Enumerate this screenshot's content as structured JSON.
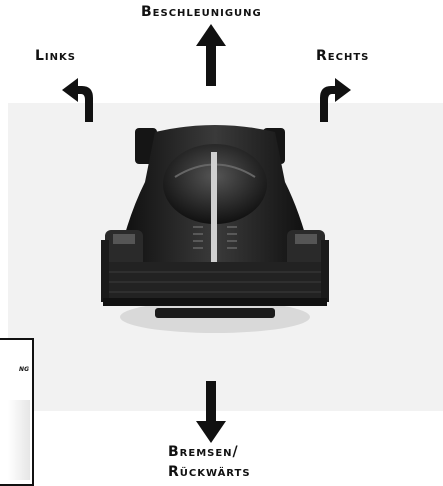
{
  "labels": {
    "accelerate": "Beschleunigung",
    "left": "Links",
    "right": "Rechts",
    "brake": "Bremsen/",
    "reverse": "Rückwärts"
  },
  "inset": {
    "partial_label": "ng"
  },
  "icons": {
    "up": "arrow-up-icon",
    "down": "arrow-down-icon",
    "left_turn": "turn-left-icon",
    "right_turn": "turn-right-icon",
    "car": "race-car-top-view"
  },
  "colors": {
    "arrow": "#111111",
    "background": "#f2f2f2",
    "car_body": "#1c1c1c"
  }
}
